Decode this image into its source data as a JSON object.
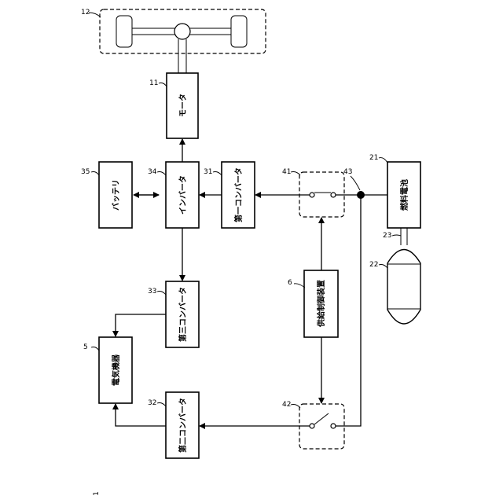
{
  "diagram": {
    "nodes": {
      "motor": {
        "label": "モータ",
        "ref": "11"
      },
      "wheels": {
        "ref": "12"
      },
      "battery": {
        "label": "バッテリ",
        "ref": "35"
      },
      "inverter": {
        "label": "インバータ",
        "ref": "34"
      },
      "conv1": {
        "label": "第一コンバータ",
        "ref": "31"
      },
      "conv2": {
        "label": "第二コンバータ",
        "ref": "32"
      },
      "conv3": {
        "label": "第三コンバータ",
        "ref": "33"
      },
      "device": {
        "label": "電気機器",
        "ref": "5"
      },
      "supply_ctrl": {
        "label": "供給制御装置",
        "ref": "6"
      },
      "fuel_cell": {
        "label": "燃料電池",
        "ref": "21"
      },
      "tank": {
        "ref": "22"
      },
      "pipe": {
        "ref": "23"
      },
      "switch1": {
        "ref": "41"
      },
      "switch2": {
        "ref": "42"
      },
      "junction": {
        "ref": "43"
      }
    },
    "system_ref": "1"
  }
}
